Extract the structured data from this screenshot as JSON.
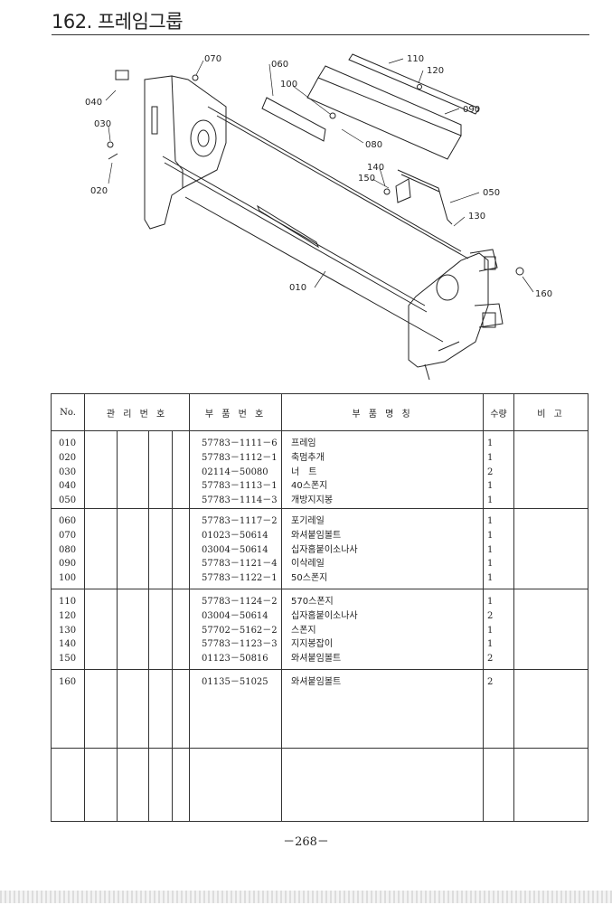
{
  "header": {
    "title": "162. 프레임그룹"
  },
  "diagram": {
    "callouts": [
      "040",
      "070",
      "060",
      "110",
      "120",
      "100",
      "090",
      "030",
      "080",
      "020",
      "140",
      "150",
      "050",
      "130",
      "010",
      "160"
    ]
  },
  "table": {
    "headers": {
      "no": "No.",
      "mgmt": "관 리 번 호",
      "part_no": "부 품 번 호",
      "part_name": "부 품 명 칭",
      "qty": "수량",
      "remark": "비 고"
    },
    "groups": [
      {
        "rows": [
          {
            "no": "010",
            "part_no": "57783－1111－6",
            "name": "프레임",
            "qty": "1"
          },
          {
            "no": "020",
            "part_no": "57783－1112－1",
            "name": "축멈추개",
            "qty": "1"
          },
          {
            "no": "030",
            "part_no": "02114－50080",
            "name": "너　트",
            "qty": "2"
          },
          {
            "no": "040",
            "part_no": "57783－1113－1",
            "name": "40스폰지",
            "qty": "1"
          },
          {
            "no": "050",
            "part_no": "57783－1114－3",
            "name": "개방지지봉",
            "qty": "1"
          }
        ]
      },
      {
        "rows": [
          {
            "no": "060",
            "part_no": "57783－1117－2",
            "name": "포기레일",
            "qty": "1"
          },
          {
            "no": "070",
            "part_no": "01023－50614",
            "name": "와셔붙임볼트",
            "qty": "1"
          },
          {
            "no": "080",
            "part_no": "03004－50614",
            "name": "십자홈붙이소나사",
            "qty": "1"
          },
          {
            "no": "090",
            "part_no": "57783－1121－4",
            "name": "이삭레일",
            "qty": "1"
          },
          {
            "no": "100",
            "part_no": "57783－1122－1",
            "name": "50스폰지",
            "qty": "1"
          }
        ]
      },
      {
        "rows": [
          {
            "no": "110",
            "part_no": "57783－1124－2",
            "name": "570스폰지",
            "qty": "1"
          },
          {
            "no": "120",
            "part_no": "03004－50614",
            "name": "십자홈붙이소나사",
            "qty": "2"
          },
          {
            "no": "130",
            "part_no": "57702－5162－2",
            "name": "스폰지",
            "qty": "1"
          },
          {
            "no": "140",
            "part_no": "57783－1123－3",
            "name": "지지봉잡이",
            "qty": "1"
          },
          {
            "no": "150",
            "part_no": "01123－50816",
            "name": "와셔붙임볼트",
            "qty": "2"
          }
        ]
      },
      {
        "rows": [
          {
            "no": "160",
            "part_no": "01135－51025",
            "name": "와셔붙임볼트",
            "qty": "2"
          }
        ]
      },
      {
        "rows": []
      }
    ]
  },
  "footer": {
    "page": "－268－"
  }
}
